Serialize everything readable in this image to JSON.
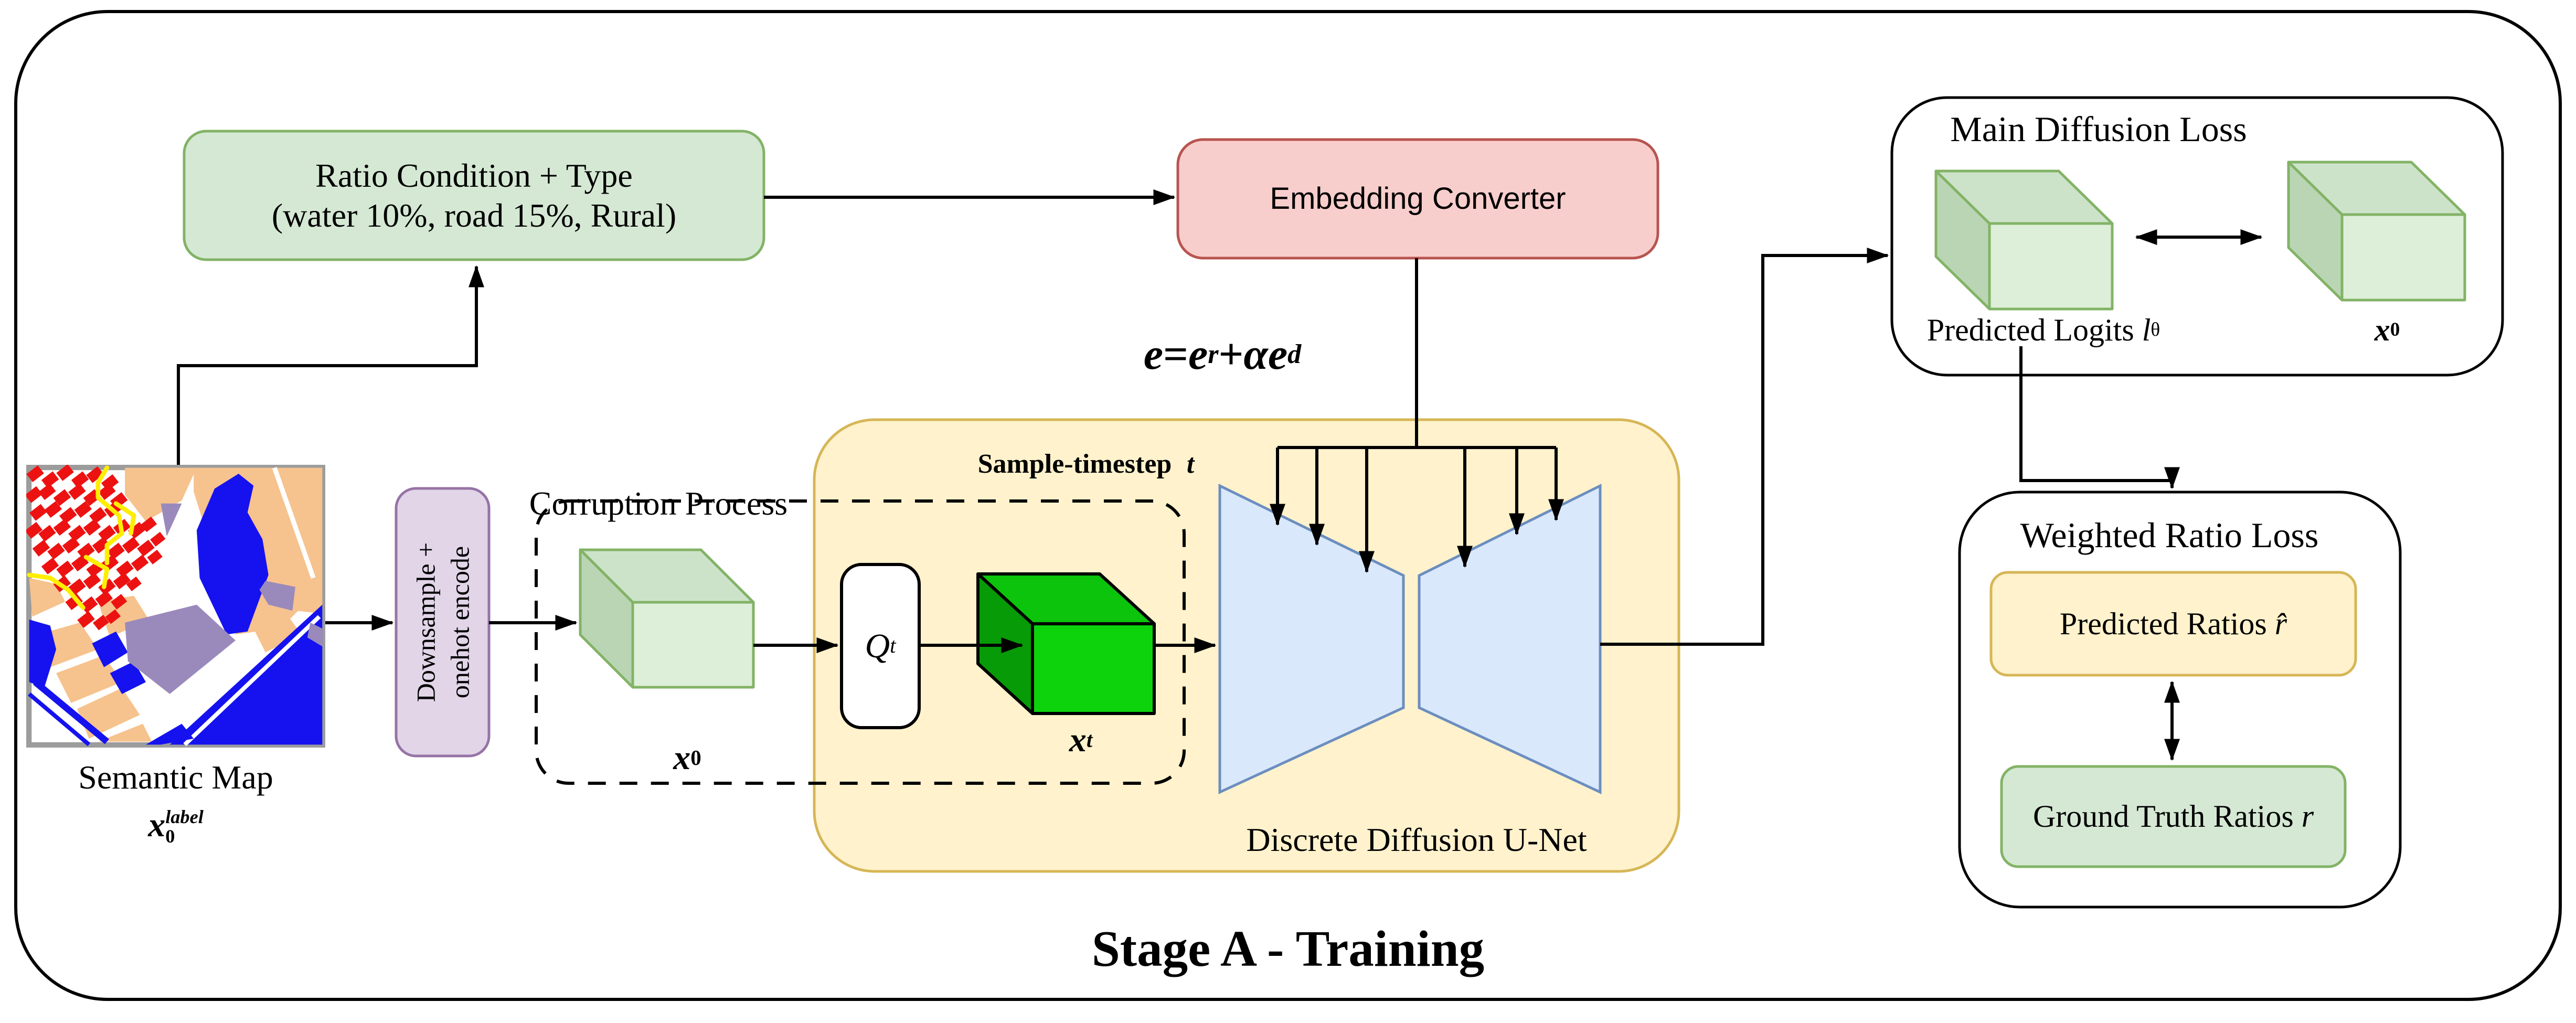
{
  "stage_label": "Stage A - Training",
  "colors": {
    "green_fill": "#d5e8d4",
    "green_stroke": "#82b366",
    "pink_fill": "#f8cecc",
    "pink_stroke": "#b85450",
    "purple_fill": "#e1d5e7",
    "purple_stroke": "#9673a6",
    "yellow_fill": "#fff2cc",
    "yellow_stroke": "#d6b656",
    "blue_fill": "#dae8fc",
    "blue_stroke": "#6c8ebf",
    "cube_light_top": "#cde3c9",
    "cube_light_left": "#bad5b4",
    "cube_light_front": "#ddefd8",
    "cube_bright_top": "#0bc40b",
    "cube_bright_left": "#079b07",
    "cube_bright_front": "#0dd30d",
    "map_tan": "#f6c28d",
    "map_blue": "#1512ef",
    "map_purple": "#9a8abc",
    "map_red": "#ed1212",
    "map_yellow": "#ffee00",
    "map_border": "#9c9c9c"
  },
  "nodes": {
    "ratio_condition": {
      "line1": "Ratio Condition + Type",
      "line2": "(water 10%, road 15%, Rural)"
    },
    "embedding_converter": {
      "label": "Embedding Converter"
    },
    "formula": {
      "lhs": "e",
      "eq": " = ",
      "er": "e",
      "er_sub": "r",
      "plus": " + ",
      "alpha_e": "αe",
      "ae_sub": "d"
    },
    "sample_timestep": {
      "label": "Sample-timestep",
      "var": "t"
    },
    "corruption_process": {
      "label": "Corruption Process"
    },
    "x0_cube": {
      "var": "x",
      "sub": "0"
    },
    "qt": {
      "var": "Q",
      "sub": "t"
    },
    "xt_cube": {
      "var": "x",
      "sub": "t"
    },
    "unet": {
      "label": "Discrete Diffusion U-Net"
    },
    "main_diffusion_loss": {
      "title": "Main Diffusion Loss",
      "left_caption": "Predicted Logits ",
      "left_var": "l",
      "left_sub": "θ",
      "right_var": "x",
      "right_sub": "0"
    },
    "weighted_ratio_loss": {
      "title": "Weighted Ratio Loss",
      "predicted": "Predicted Ratios ",
      "predicted_var": "r̂",
      "ground_truth": "Ground Truth Ratios ",
      "ground_truth_var": "r"
    },
    "semantic_map": {
      "caption": "Semantic Map",
      "var": "x",
      "sup": "label",
      "sub": "0"
    },
    "downsample": {
      "line1": "Downsample +",
      "line2": "onehot encode"
    }
  }
}
